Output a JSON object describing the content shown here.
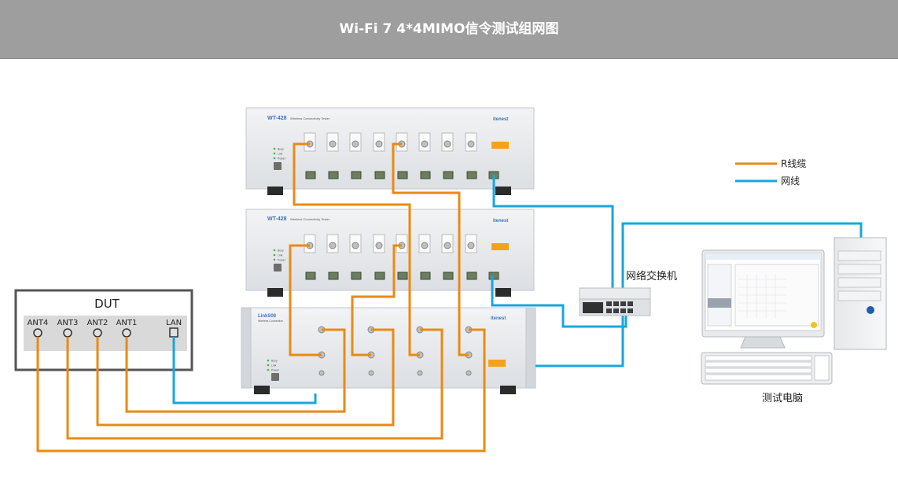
{
  "header": {
    "title": "Wi-Fi 7 4*4MIMO信令测试组网图"
  },
  "instruments": {
    "top": {
      "model": "WT-428",
      "subtitle": "Wireless Connectivity Tester",
      "brand": "itenest"
    },
    "middle": {
      "model": "WT-428",
      "subtitle": "Wireless Connectivity Tester",
      "brand": "itenest"
    },
    "bottom": {
      "model": "LinkS08",
      "subtitle": "Wireless Connection",
      "brand": "itenest"
    },
    "front_leds": [
      "Busy",
      "Link",
      "Power"
    ]
  },
  "dut": {
    "label": "DUT",
    "ports": [
      "ANT4",
      "ANT3",
      "ANT2",
      "ANT1",
      "LAN"
    ]
  },
  "legend": {
    "rf_label": "R线缆",
    "lan_label": "网线",
    "rf_color": "#ea8a12",
    "lan_color": "#1aa5e0"
  },
  "switch": {
    "label": "网络交换机"
  },
  "pc": {
    "label": "测试电脑"
  }
}
